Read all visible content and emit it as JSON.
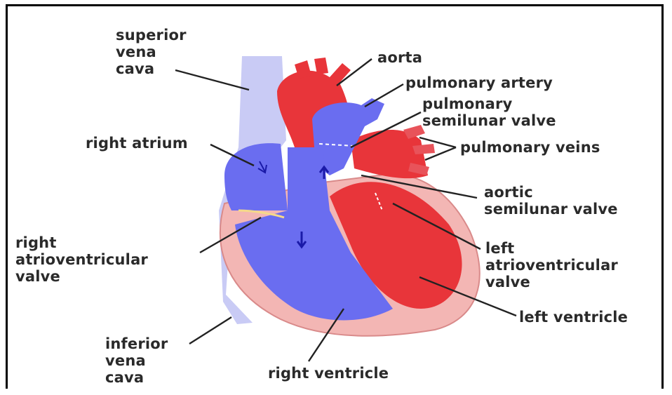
{
  "labels": {
    "superior_vena_cava": "superior\nvena\ncava",
    "aorta": "aorta",
    "pulmonary_artery": "pulmonary artery",
    "pulmonary_semilunar_valve": "pulmonary\nsemilunar valve",
    "pulmonary_veins": "pulmonary veins",
    "right_atrium": "right atrium",
    "aortic_semilunar_valve": "aortic\nsemilunar valve",
    "right_atrioventricular_valve": "right\natrioventricular\nvalve",
    "left_atrioventricular_valve": "left\natrioventricular\nvalve",
    "left_ventricle": "left ventricle",
    "inferior_vena_cava": "inferior\nvena\ncava",
    "right_ventricle": "right ventricle"
  },
  "colors": {
    "oxygenated": "#e8353a",
    "deoxygenated": "#6a6df0",
    "vena_cava": "#c9cbf5",
    "muscle": "#f3b6b4",
    "arrow": "#1a1aa8"
  }
}
